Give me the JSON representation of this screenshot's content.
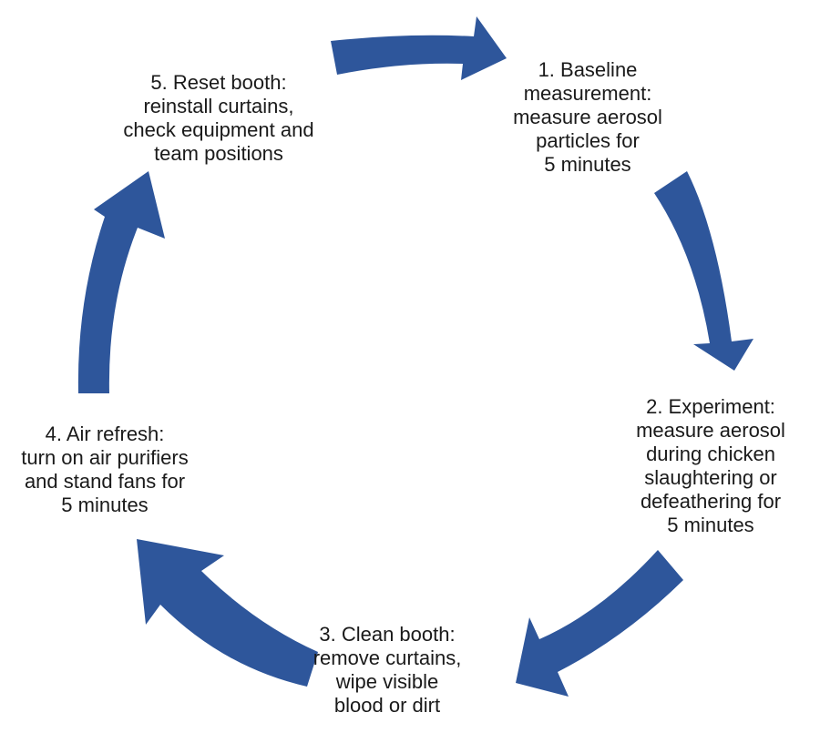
{
  "colors": {
    "arrow": "#2e569b",
    "text": "#1a1a1a",
    "background": "#ffffff"
  },
  "steps": [
    {
      "lines": [
        "1. Baseline",
        "measurement:",
        "measure aerosol",
        "particles for",
        "5 minutes"
      ]
    },
    {
      "lines": [
        "2. Experiment:",
        "measure aerosol",
        "during chicken",
        "slaughtering or",
        "defeathering for",
        "5 minutes"
      ]
    },
    {
      "lines": [
        "3. Clean booth:",
        "remove curtains,",
        "wipe visible",
        "blood or dirt"
      ]
    },
    {
      "lines": [
        "4. Air refresh:",
        "turn on air purifiers",
        "and stand fans for",
        "5 minutes"
      ]
    },
    {
      "lines": [
        "5. Reset booth:",
        "reinstall curtains,",
        "check equipment and",
        "team positions"
      ]
    }
  ]
}
